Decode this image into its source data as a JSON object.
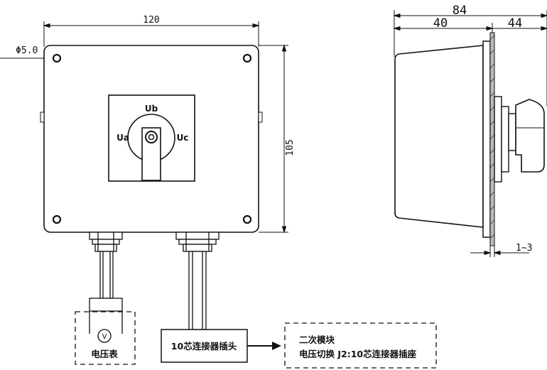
{
  "front": {
    "dim_width": "120",
    "dim_height": "105",
    "dim_hole": "Φ5.0",
    "switch": {
      "label_top": "Ub",
      "label_left": "Ua",
      "label_right": "Uc"
    },
    "voltmeter_symbol": "V",
    "voltmeter_label": "电压表",
    "connector_label": "10芯连接器插头"
  },
  "module": {
    "line1": "二次模块",
    "line2": "电压切换 J2:10芯连接器插座"
  },
  "side": {
    "dim_total": "84",
    "dim_body": "40",
    "dim_front": "44",
    "dim_panel": "1~3"
  }
}
